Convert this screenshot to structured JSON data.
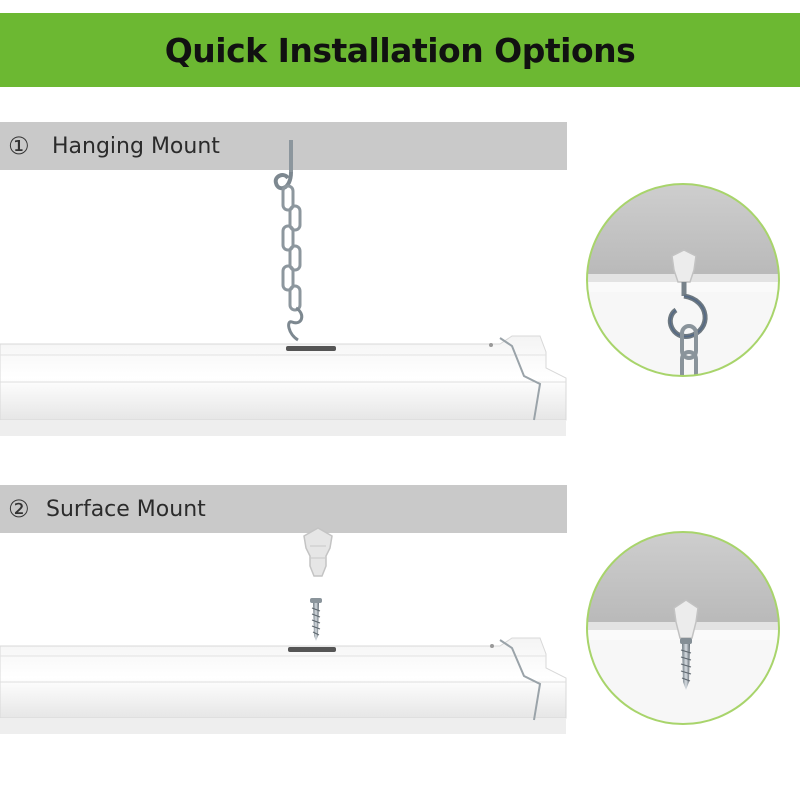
{
  "banner": {
    "title": "Quick Installation Options"
  },
  "options": [
    {
      "number": "①",
      "label": "Hanging Mount"
    },
    {
      "number": "②",
      "label": "Surface Mount"
    }
  ],
  "colors": {
    "banner_green": "#6cb832",
    "section_bar_gray": "#c9c9c9",
    "detail_ring_green": "#a8d46b"
  },
  "icons": {
    "hanging": [
      "ceiling-hook-icon",
      "chain-icon",
      "s-hook-icon"
    ],
    "surface": [
      "wall-anchor-icon",
      "screw-icon"
    ]
  }
}
